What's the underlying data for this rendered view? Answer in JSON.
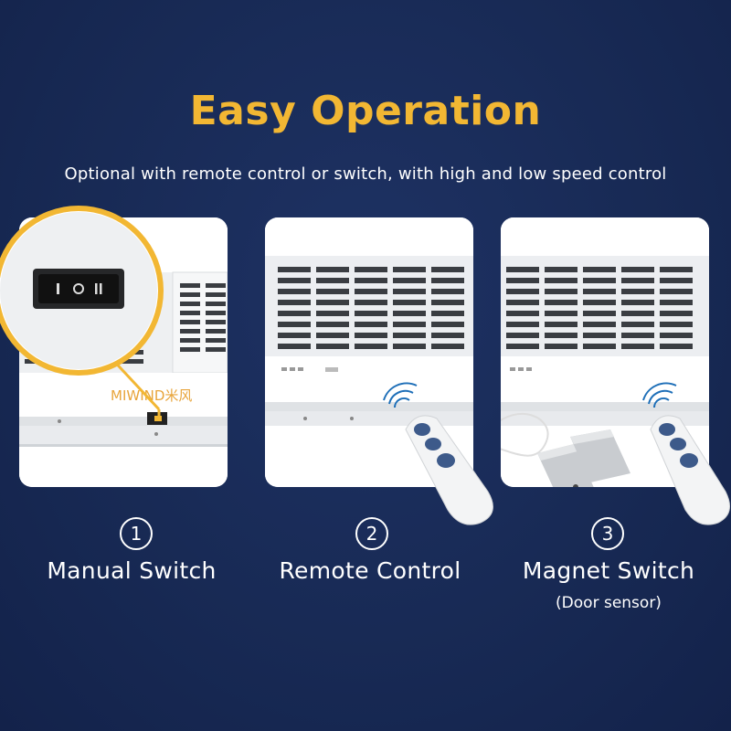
{
  "header": {
    "title": "Easy Operation",
    "subtitle": "Optional with remote control or switch, with high and low speed control"
  },
  "features": [
    {
      "number": "1",
      "label": "Manual Switch",
      "note": ""
    },
    {
      "number": "2",
      "label": "Remote Control",
      "note": ""
    },
    {
      "number": "3",
      "label": "Magnet Switch",
      "note": "(Door sensor)"
    }
  ],
  "brand": {
    "logo_text": "MIWIND米风"
  },
  "colors": {
    "background": "#182a55",
    "accent": "#f2b733",
    "card": "#ffffff",
    "text": "#ffffff"
  },
  "icons": {
    "switch": "rocker-switch-icon",
    "remote": "remote-control-icon",
    "sensor": "magnetic-door-sensor-icon",
    "signal": "wireless-signal-icon"
  }
}
